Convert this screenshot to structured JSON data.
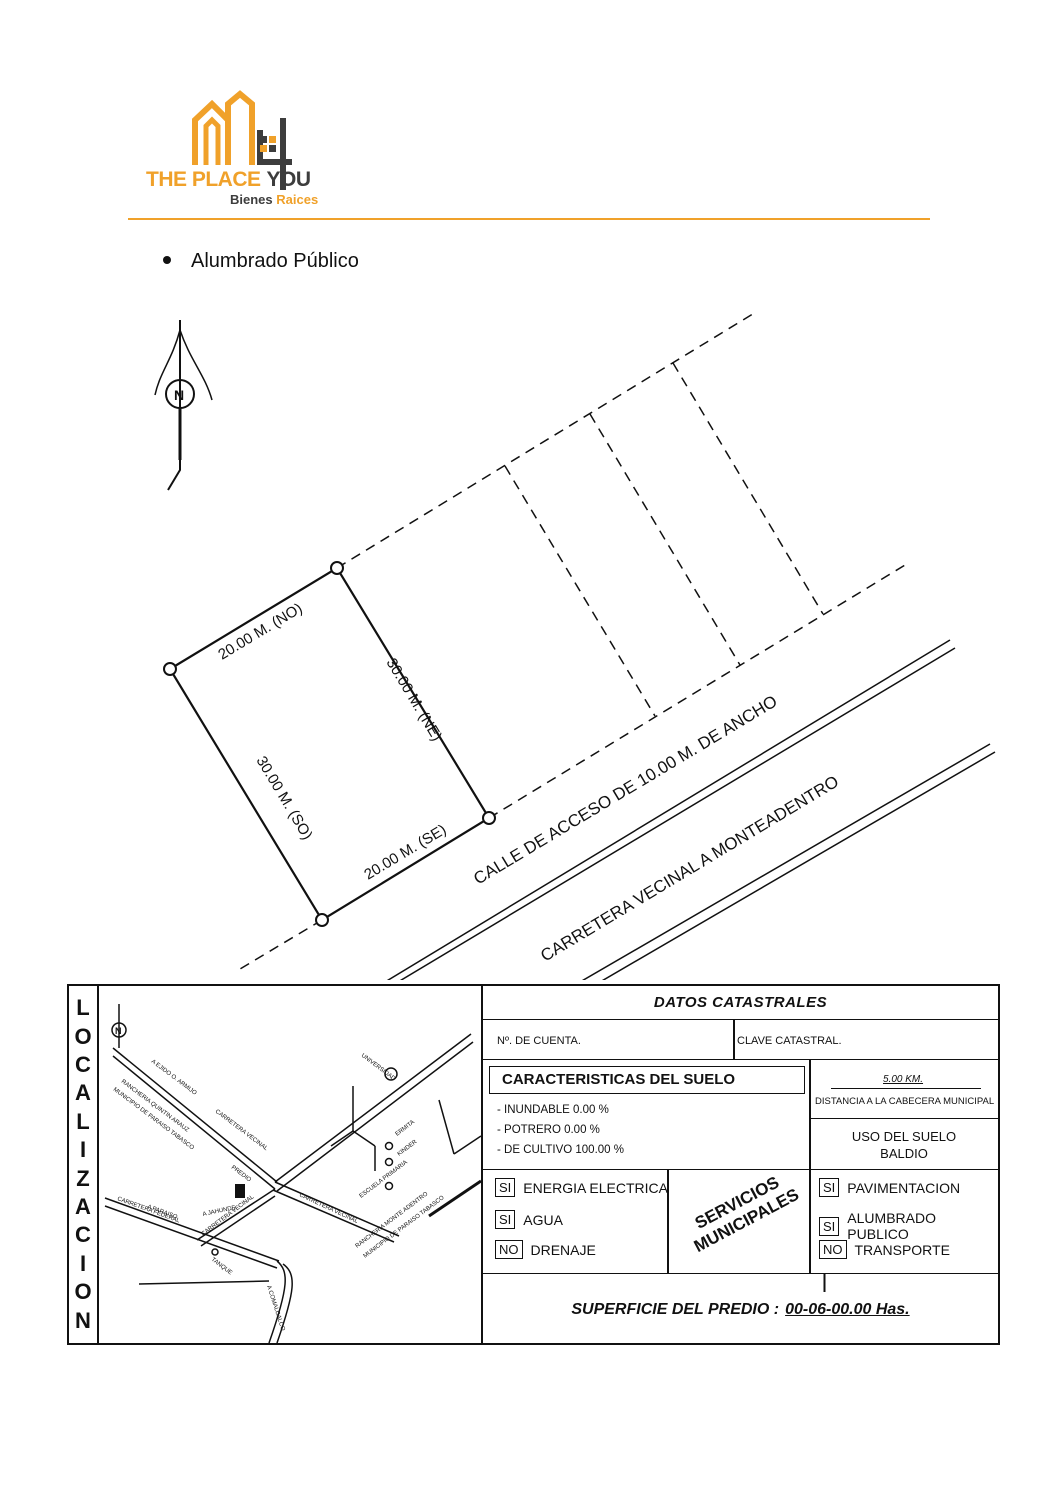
{
  "logo": {
    "name_part1": "THE PLACE",
    "name_part2": "YOU",
    "sub_part1": "Bienes",
    "sub_part2": "Raices",
    "accent_color": "#f0a12a",
    "dark_color": "#3d3d3d"
  },
  "bullet_item": "Alumbrado Público",
  "plan": {
    "north": "N",
    "side_no": "20.00 M. (NO)",
    "side_ne": "30.00 M. (NE)",
    "side_so": "30.00 M. (SO)",
    "side_se": "20.00 M. (SE)",
    "road1": "CALLE DE ACCESO DE 10.00 M. DE ANCHO",
    "road2": "CARRETERA VECINAL A MONTEADENTRO"
  },
  "localizacion": {
    "letters": [
      "L",
      "O",
      "C",
      "A",
      "L",
      "I",
      "Z",
      "A",
      "C",
      "I",
      "O",
      "N"
    ],
    "map_labels": {
      "north": "N",
      "a_ejido": "A EJIDO O. ARMIJO",
      "carretera_vecinal": "CARRETERA VECINAL",
      "universidad": "UNIVERSIDAD",
      "rancheria1": "RANCHERIA QUINTIN ARAUZ",
      "municipio1": "MUNICIPIO DE PARAISO TABASCO",
      "predio": "PREDIO",
      "ermita": "ERMITA",
      "kinder": "KINDER",
      "escuela": "ESCUELA PRIMARIA",
      "a_paraiso": "A PARAISO",
      "carretera_federal": "CARRETERA FEDERAL",
      "a_jahunde": "A JAHUNDE",
      "carretera_vecinal2": "CARRETERA VECINAL",
      "carretera_vecinal3": "CARRETERA VECINAL",
      "rancheria2": "RANCHERIA MONTE ADENTRO",
      "municipio2": "MUNICIPIO DE PARAISO TABASCO",
      "tanque": "TANQUE",
      "a_comalcalco": "A COMALCALCO"
    }
  },
  "datos": {
    "title": "DATOS CATASTRALES",
    "cuenta_label": "Nº. DE CUENTA.",
    "clave_label": "CLAVE CATASTRAL.",
    "caracteristicas": "CARACTERISTICAS DEL SUELO",
    "inundable": "- INUNDABLE   0.00 %",
    "potrero": "- POTRERO   0.00 %",
    "cultivo": "- DE CULTIVO 100.00 %",
    "distancia_valor": "5.00 KM.",
    "distancia_label": "DISTANCIA A LA CABECERA MUNICIPAL",
    "uso_line1": "USO DEL SUELO",
    "uso_line2": "BALDIO",
    "servicios_line1": "SERVICIOS",
    "servicios_line2": "MUNICIPALES",
    "services": [
      {
        "tag": "SI",
        "label": "ENERGIA ELECTRICA"
      },
      {
        "tag": "SI",
        "label": "AGUA"
      },
      {
        "tag": "NO",
        "label": "DRENAJE"
      },
      {
        "tag": "SI",
        "label": "PAVIMENTACION"
      },
      {
        "tag": "SI",
        "label": "ALUMBRADO PUBLICO"
      },
      {
        "tag": "NO",
        "label": "TRANSPORTE"
      }
    ],
    "superficie_label": "SUPERFICIE DEL PREDIO :",
    "superficie_valor": "00-06-00.00 Has."
  }
}
